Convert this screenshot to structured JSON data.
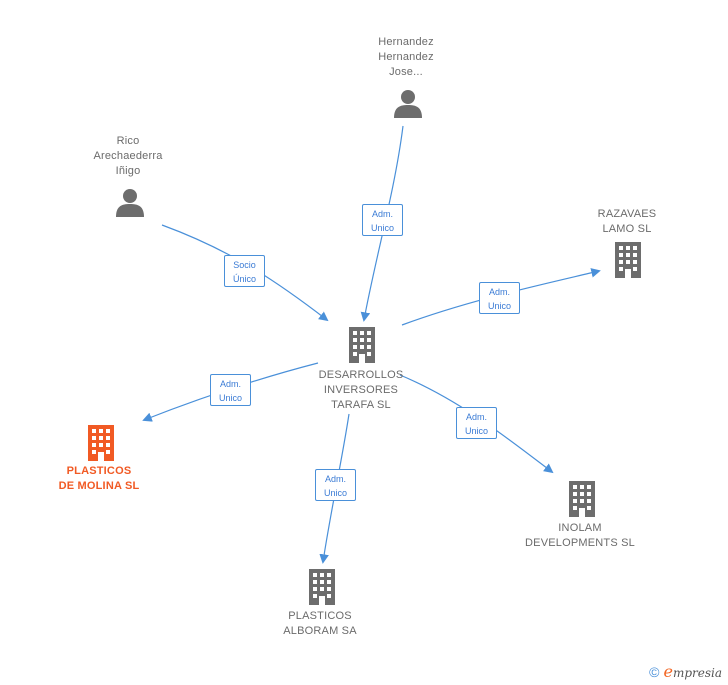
{
  "nodes": {
    "center": {
      "lines": [
        "DESARROLLOS",
        "INVERSORES",
        "TARAFA  SL"
      ]
    },
    "hernandez": {
      "lines": [
        "Hernandez",
        "Hernandez",
        "Jose..."
      ]
    },
    "rico": {
      "lines": [
        "Rico",
        "Arechaederra",
        "Iñigo"
      ]
    },
    "razavaes": {
      "lines": [
        "RAZAVAES",
        "LAMO SL"
      ]
    },
    "plasticos_molina": {
      "lines": [
        "PLASTICOS",
        "DE MOLINA SL"
      ],
      "color": "#f15a24"
    },
    "inolam": {
      "lines": [
        "INOLAM",
        "DEVELOPMENTS SL"
      ]
    },
    "plasticos_alboram": {
      "lines": [
        "PLASTICOS",
        "ALBORAM SA"
      ]
    }
  },
  "edges": {
    "hernandez": [
      "Adm.",
      "Unico"
    ],
    "rico": [
      "Socio",
      "Único"
    ],
    "razavaes": [
      "Adm.",
      "Unico"
    ],
    "molina": [
      "Adm.",
      "Unico"
    ],
    "inolam": [
      "Adm.",
      "Unico"
    ],
    "alboram": [
      "Adm.",
      "Unico"
    ]
  },
  "colors": {
    "building": "#6d6d6d",
    "highlight": "#f15a24",
    "edge": "#4a90d9"
  },
  "footer": {
    "copyright": "©",
    "brand_initial": "e",
    "brand_rest": "mpresia"
  }
}
